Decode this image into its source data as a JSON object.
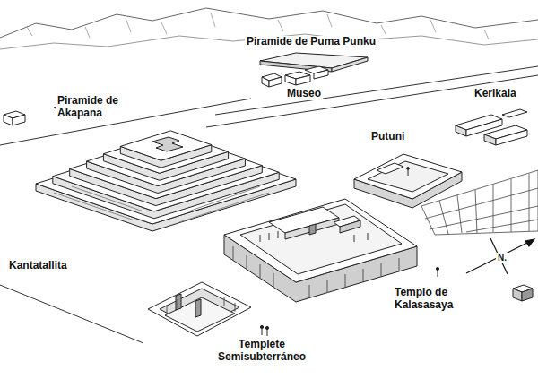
{
  "diagram": {
    "labels": [
      "Piramide de Puma Punku",
      "Museo",
      "Kerikala",
      "Piramide de Akapana",
      "Putuni",
      "Kantatallita",
      "Templo de Kalasasaya",
      "N.",
      "Templete Semisubterráneo"
    ]
  }
}
